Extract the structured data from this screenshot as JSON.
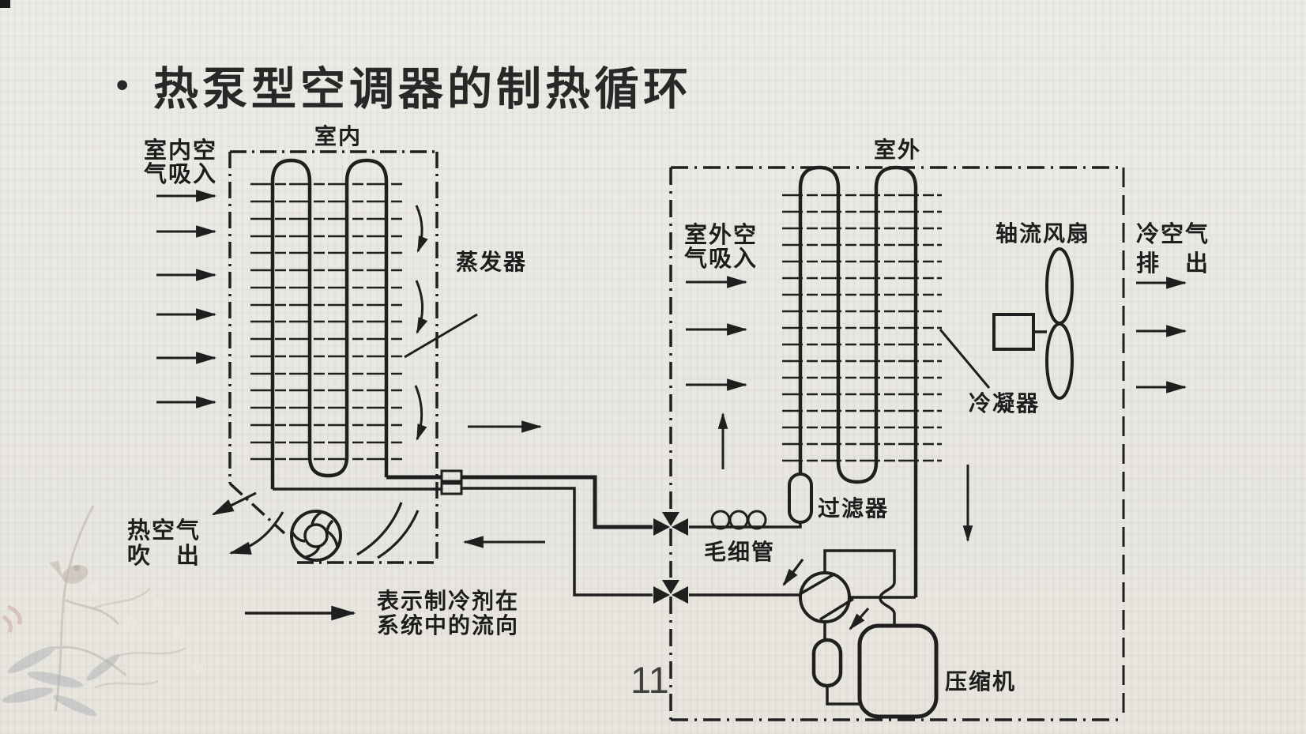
{
  "page": {
    "title_bullet": "•",
    "title": "热泵型空调器的制热循环",
    "page_number": "11",
    "colors": {
      "background": "#e9e7e1",
      "ink": "#1f1f1f",
      "title": "#282828",
      "page_number": "#3f3f3f"
    }
  },
  "legend": {
    "line1": "表示制冷剂在",
    "line2": "系统中的流向"
  },
  "indoor": {
    "region_label": "室内",
    "air_intake_line1": "室内空",
    "air_intake_line2": "气吸入",
    "evaporator_label": "蒸发器",
    "hot_air_line1": "热空气",
    "hot_air_line2": "吹　出"
  },
  "outdoor": {
    "region_label": "室外",
    "air_intake_line1": "室外空",
    "air_intake_line2": "气吸入",
    "fan_label": "轴流风扇",
    "cold_air_line1": "冷空气",
    "cold_air_line2": "排　出",
    "condenser_label": "冷凝器",
    "filter_label": "过滤器",
    "capillary_label": "毛细管",
    "compressor_label": "压缩机"
  }
}
